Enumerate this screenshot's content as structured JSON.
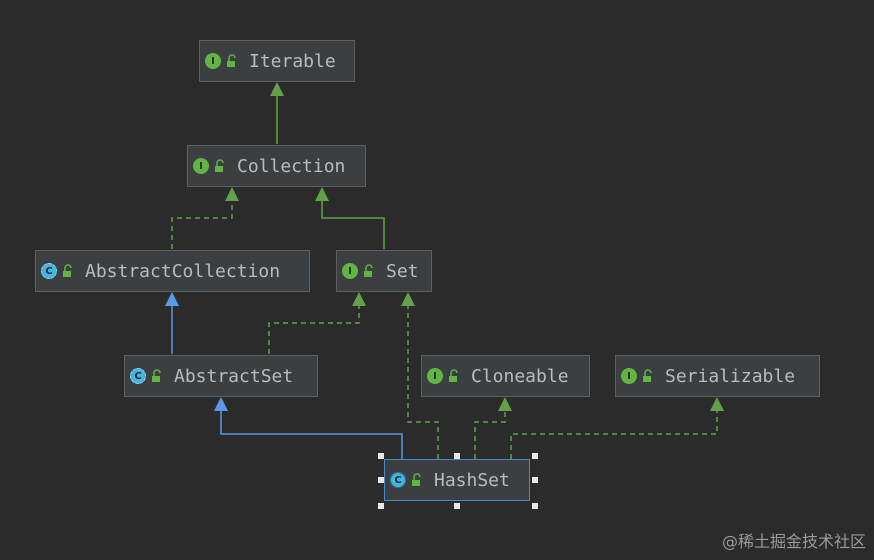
{
  "diagram": {
    "nodes": {
      "iterable": {
        "name": "Iterable",
        "kind": "I"
      },
      "collection": {
        "name": "Collection",
        "kind": "I"
      },
      "abstract_collection": {
        "name": "AbstractCollection",
        "kind": "C"
      },
      "set": {
        "name": "Set",
        "kind": "I"
      },
      "abstract_set": {
        "name": "AbstractSet",
        "kind": "C"
      },
      "cloneable": {
        "name": "Cloneable",
        "kind": "I"
      },
      "serializable": {
        "name": "Serializable",
        "kind": "I"
      },
      "hash_set": {
        "name": "HashSet",
        "kind": "C"
      }
    },
    "edges": [
      {
        "from": "collection",
        "to": "iterable",
        "relation": "extends"
      },
      {
        "from": "abstract_collection",
        "to": "collection",
        "relation": "implements"
      },
      {
        "from": "set",
        "to": "collection",
        "relation": "extends"
      },
      {
        "from": "abstract_set",
        "to": "abstract_collection",
        "relation": "extends-class"
      },
      {
        "from": "abstract_set",
        "to": "set",
        "relation": "implements"
      },
      {
        "from": "hash_set",
        "to": "abstract_set",
        "relation": "extends-class"
      },
      {
        "from": "hash_set",
        "to": "set",
        "relation": "implements"
      },
      {
        "from": "hash_set",
        "to": "cloneable",
        "relation": "implements"
      },
      {
        "from": "hash_set",
        "to": "serializable",
        "relation": "implements"
      }
    ],
    "selected": "hash_set"
  },
  "colors": {
    "background": "#2b2b2b",
    "node_fill": "#3c3f41",
    "interface_arrow": "#62a14a",
    "class_arrow": "#5b9ae6",
    "selection": "#4a88c7"
  },
  "watermark": "@稀土掘金技术社区"
}
